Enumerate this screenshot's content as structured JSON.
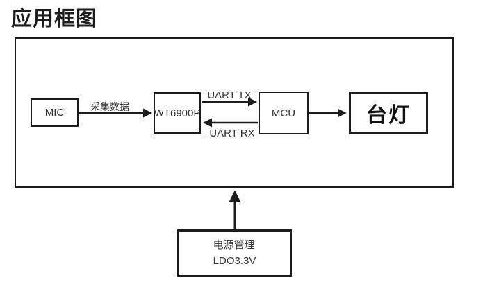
{
  "title": "应用框图",
  "nodes": {
    "mic": {
      "label": "MIC"
    },
    "wt6900p": {
      "label": "WT6900P"
    },
    "mcu": {
      "label": "MCU"
    },
    "lamp": {
      "label": "台灯"
    },
    "power": {
      "line1": "电源管理",
      "line2": "LDO3.3V"
    }
  },
  "edges": {
    "mic_to_wt6900p": {
      "label": "采集数据"
    },
    "uart_tx": {
      "label": "UART TX"
    },
    "uart_rx": {
      "label": "UART RX"
    }
  },
  "colors": {
    "line": "#1c1c1c",
    "text": "#333333",
    "background": "#ffffff"
  }
}
